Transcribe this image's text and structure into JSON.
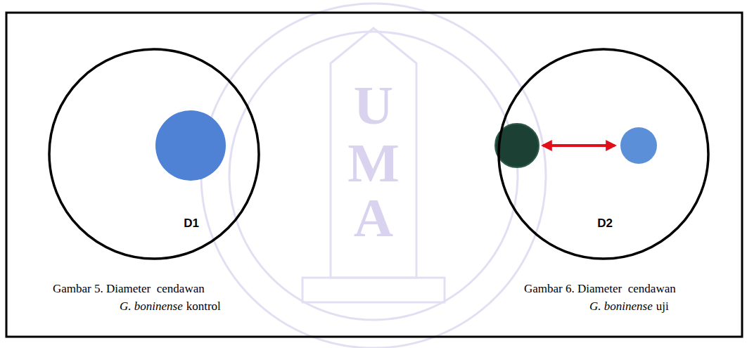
{
  "diagram": {
    "nodes": [
      {
        "text": [
          "D1"
        ]
      },
      {
        "text": [
          "D2"
        ]
      }
    ],
    "labels": [
      "U",
      "M",
      "A",
      "Gambar 5. Diameter  cendawan",
      "G. boninense",
      "kontrol",
      "Gambar 6. Diameter  cendawan",
      "G. boninense",
      "uji"
    ]
  }
}
